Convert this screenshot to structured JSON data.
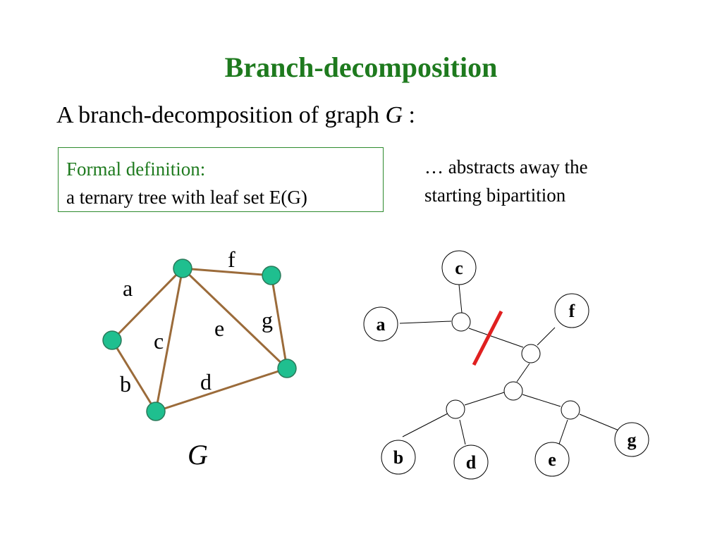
{
  "slide": {
    "title": "Branch-decomposition",
    "subtitle_text": "A branch-decomposition of graph ",
    "subtitle_var": "G",
    "subtitle_end": " :",
    "definition_heading": "Formal definition:",
    "definition_body": "a ternary tree with leaf set E(G)",
    "note_line1": "… abstracts away the",
    "note_line2": "starting bipartition"
  },
  "graph": {
    "name": "G",
    "edge_labels": [
      "a",
      "b",
      "c",
      "d",
      "e",
      "f",
      "g"
    ],
    "node_color": "#1fbf8f",
    "edge_color": "#9b6b3a"
  },
  "tree": {
    "leaves": [
      "a",
      "b",
      "c",
      "d",
      "e",
      "f",
      "g"
    ],
    "cut_color": "#e02020"
  }
}
